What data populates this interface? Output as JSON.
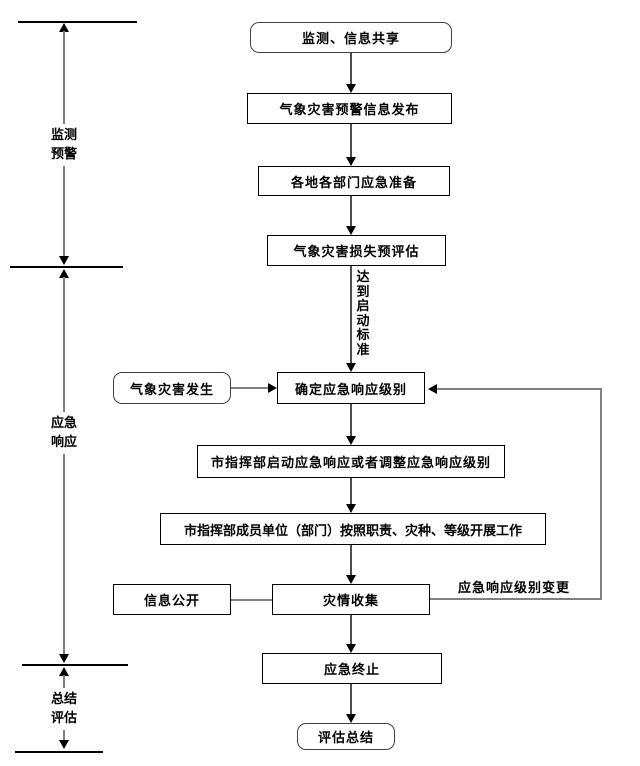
{
  "diagram": {
    "phases": {
      "monitoring": {
        "line1": "监测",
        "line2": "预警"
      },
      "response": {
        "line1": "应急",
        "line2": "响应"
      },
      "evaluation": {
        "line1": "总结",
        "line2": "评估"
      }
    },
    "nodes": {
      "monitor_share": "监测、信息共享",
      "warning_release": "气象灾害预警信息发布",
      "dept_prepare": "各地各部门应急准备",
      "loss_preassess": "气象灾害损失预评估",
      "disaster_occur": "气象灾害发生",
      "determine_level": "确定应急响应级别",
      "start_adjust": "市指挥部启动应急响应或者调整应急响应级别",
      "members_work": "市指挥部成员单位（部门）按照职责、灾种、等级开展工作",
      "info_public": "信息公开",
      "disaster_collect": "灾情收集",
      "emergency_end": "应急终止",
      "evaluate_summary": "评估总结"
    },
    "edge_labels": {
      "reach_criteria": "达到启动标准",
      "level_change": "应急响应级别变更"
    },
    "colors": {
      "background": "#ffffff",
      "box_border": "#000000",
      "rounded_border": "#404040",
      "main_line": "#4d4d4d",
      "gray_line": "#808080",
      "arrowhead": "#000000",
      "text": "#000000"
    }
  }
}
